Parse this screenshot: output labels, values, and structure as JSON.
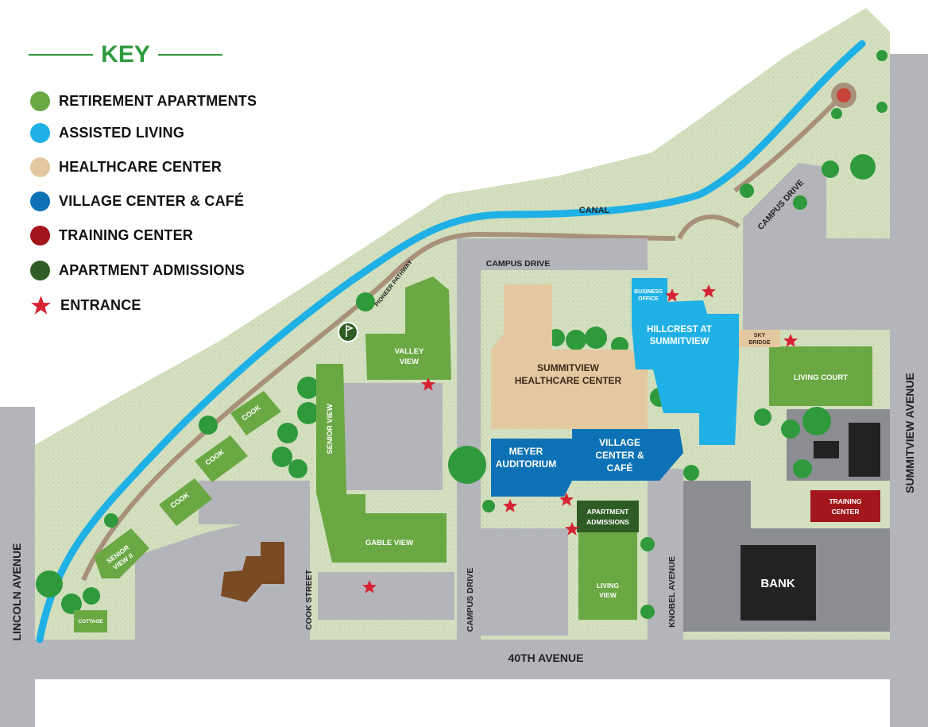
{
  "key": {
    "title": "KEY",
    "items": [
      {
        "label": "RETIREMENT APARTMENTS",
        "color": "#6aa843",
        "icon": "green-circle-icon"
      },
      {
        "label": "ASSISTED LIVING",
        "color": "#1fb0e6",
        "icon": "light-blue-circle-icon"
      },
      {
        "label": "HEALTHCARE CENTER",
        "color": "#e3c8a0",
        "icon": "tan-circle-icon"
      },
      {
        "label": "VILLAGE CENTER & CAFÉ",
        "color": "#0c72b5",
        "icon": "blue-circle-icon"
      },
      {
        "label": "TRAINING CENTER",
        "color": "#a3161c",
        "icon": "dark-red-circle-icon"
      },
      {
        "label": "APARTMENT ADMISSIONS",
        "color": "#2f5c24",
        "icon": "dark-green-circle-icon"
      },
      {
        "label": "ENTRANCE",
        "color": "#d62332",
        "icon": "red-star-icon"
      }
    ]
  },
  "streets": {
    "lincoln": "LINCOLN AVENUE",
    "summitview": "SUMMITVIEW AVENUE",
    "fortieth": "40TH AVENUE",
    "cook": "COOK STREET",
    "knobel": "KNOBEL AVENUE",
    "campus_drive_top": "CAMPUS DRIVE",
    "campus_drive_ne": "CAMPUS DRIVE",
    "campus_drive_south": "CAMPUS DRIVE",
    "canal": "CANAL",
    "pioneer": "PIONEER PATHWAY"
  },
  "buildings": {
    "valley_view": [
      "VALLEY",
      "VIEW"
    ],
    "senior_view": "SENIOR VIEW",
    "cook_1": "COOK",
    "cook_2": "COOK",
    "cook_3": "COOK",
    "senior_view_ii": [
      "SENIOR",
      "VIEW II"
    ],
    "cottage": "COTTAGE",
    "gable_view": "GABLE VIEW",
    "healthcare": [
      "SUMMITVIEW",
      "HEALTHCARE CENTER"
    ],
    "business_office": [
      "BUSINESS",
      "OFFICE"
    ],
    "hillcrest": [
      "HILLCREST AT",
      "SUMMITVIEW"
    ],
    "sky_bridge": [
      "SKY",
      "BRIDGE"
    ],
    "living_court": "LIVING COURT",
    "meyer": [
      "MEYER",
      "AUDITORIUM"
    ],
    "village_center": [
      "VILLAGE",
      "CENTER &",
      "CAFÉ"
    ],
    "apartment_admissions": [
      "APARTMENT",
      "ADMISSIONS"
    ],
    "living_view": [
      "LIVING",
      "VIEW"
    ],
    "training_center": [
      "TRAINING",
      "CENTER"
    ],
    "bank": "BANK"
  },
  "colors": {
    "grass": "#d3dfbf",
    "road": "#b4b5ba",
    "road_dark": "#8c8d92",
    "canal": "#1fb0e6",
    "path": "#a8907a",
    "tree": "#2f9a3c",
    "retirement": "#6aa843",
    "assisted": "#1fb0e6",
    "healthcare": "#e3c8a0",
    "village": "#0c72b5",
    "training": "#a3161c",
    "admissions": "#2f5c24",
    "entrance": "#d62332",
    "bank": "#222222",
    "brown_house": "#7a4a22"
  }
}
